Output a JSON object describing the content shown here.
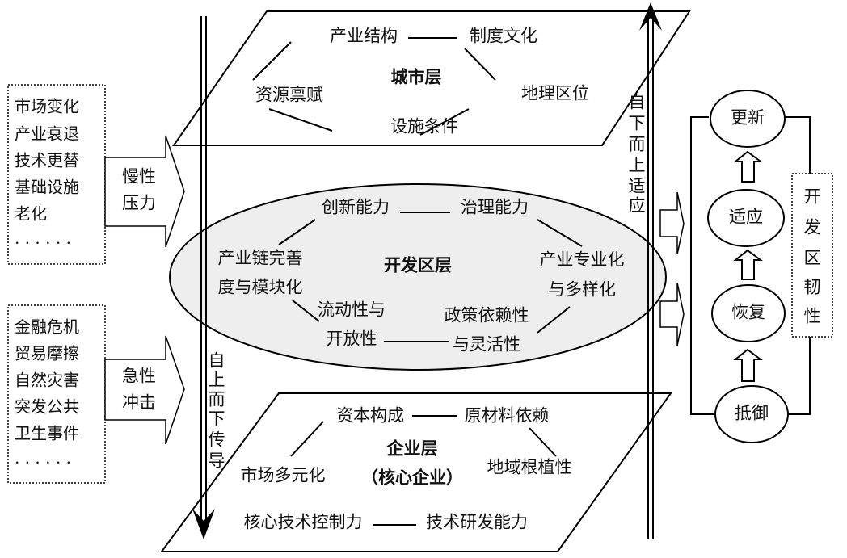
{
  "city_layer": {
    "title": "城市层",
    "nodes": [
      "产业结构",
      "制度文化",
      "资源禀赋",
      "地理区位",
      "设施条件"
    ]
  },
  "zone_layer": {
    "title": "开发区层",
    "nodes": {
      "innovation": "创新能力",
      "governance": "治理能力",
      "chain_1": "产业链完善",
      "chain_2": "度与模块化",
      "special_1": "产业专业化",
      "special_2": "与多样化",
      "flow_1": "流动性与",
      "flow_2": "开放性",
      "policy_1": "政策依赖性",
      "policy_2": "与灵活性"
    }
  },
  "enterprise_layer": {
    "title": "企业层",
    "subtitle": "（核心企业）",
    "nodes": [
      "资本构成",
      "原材料依赖",
      "市场多元化",
      "地域根植性",
      "核心技术控制力",
      "技术研发能力"
    ]
  },
  "slow_factors": [
    "市场变化",
    "产业衰退",
    "技术更替",
    "基础设施",
    "老化",
    "· · · · · ·"
  ],
  "slow_arrow": [
    "慢性",
    "压力"
  ],
  "acute_factors": [
    "金融危机",
    "贸易摩擦",
    "自然灾害",
    "突发公共",
    "卫生事件",
    "· · · · · ·"
  ],
  "acute_arrow": [
    "急性",
    "冲击"
  ],
  "top_down": [
    "自",
    "上",
    "而",
    "下",
    "传",
    "导"
  ],
  "bottom_up": [
    "自",
    "下",
    "而",
    "上",
    "适",
    "应"
  ],
  "resilience": {
    "stages": [
      "更新",
      "适应",
      "恢复",
      "抵御"
    ],
    "label": [
      "开",
      "发",
      "区",
      "韧",
      "性"
    ]
  }
}
